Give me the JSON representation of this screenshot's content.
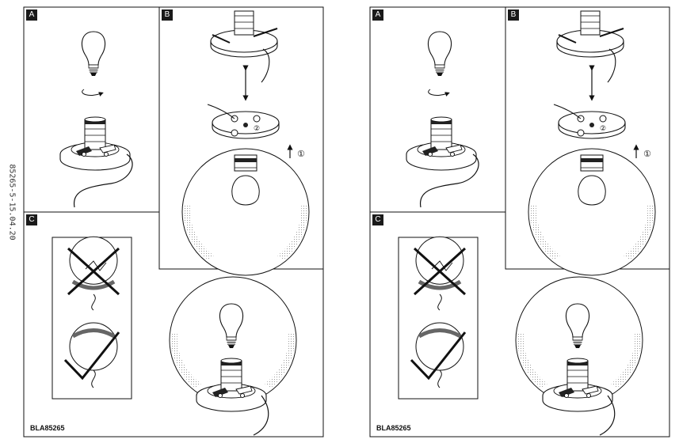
{
  "side_code": "85265-5-15.04.20",
  "manuals": [
    {
      "steps": {
        "a": "A",
        "b": "B",
        "c": "C"
      },
      "model_code": "BLA85265",
      "step_number_mark": "①",
      "check_mark_label": "②"
    },
    {
      "steps": {
        "a": "A",
        "b": "B",
        "c": "C"
      },
      "model_code": "BLA85265",
      "step_number_mark": "①",
      "check_mark_label": "②"
    }
  ],
  "icons": [
    "bulb-icon",
    "rotate-arrow-icon",
    "up-arrow-icon",
    "double-arrow-icon",
    "cross-mark-icon",
    "check-mark-icon"
  ]
}
